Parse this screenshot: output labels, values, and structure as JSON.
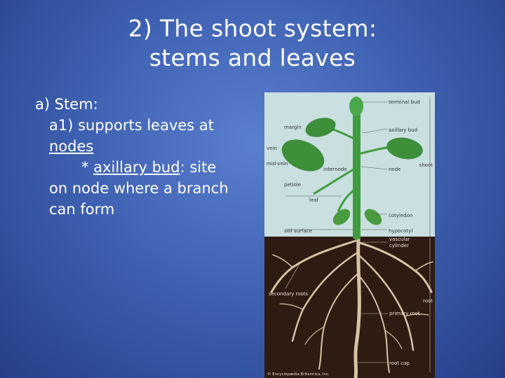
{
  "slide": {
    "title_line1": "2) The shoot system:",
    "title_line2": "stems and leaves",
    "heading": "a) Stem:",
    "point1_prefix": "a1) supports leaves at",
    "point1_term": "nodes",
    "subpoint_star": "* ",
    "subpoint_term": "axillary bud",
    "subpoint_rest": ": site",
    "subpoint_line2": "on node where a branch",
    "subpoint_line3": "can form"
  },
  "diagram": {
    "labels": {
      "terminal_bud": "terminal bud",
      "margin": "margin",
      "axillary_bud": "axillary bud",
      "vein": "vein",
      "midvein": "mid-vein",
      "internode": "internode",
      "node": "node",
      "shoot": "shoot",
      "petiole": "petiole",
      "leaf": "leaf",
      "cotyledon": "cotyledon",
      "soil_surface": "soil surface",
      "hypocotyl": "hypocotyl",
      "secondary_roots": "secondary roots",
      "vascular_cylinder_1": "vascular",
      "vascular_cylinder_2": "cylinder",
      "root": "root",
      "primary_root": "primary root",
      "root_cap": "root cap",
      "copyright": "© Encyclopædia Britannica, Inc."
    },
    "colors": {
      "sky": "#c9dfe0",
      "soil": "#2e1c12",
      "stem": "#3f9d3e",
      "leaf": "#3d8f3a",
      "root": "#d9c2a4"
    }
  }
}
